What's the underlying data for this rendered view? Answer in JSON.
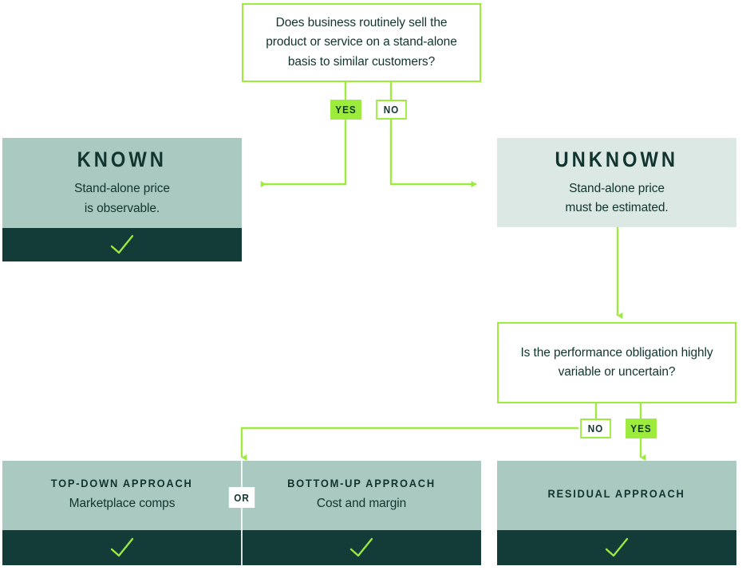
{
  "colors": {
    "green": "#9CEB3D",
    "dark_teal": "#133C38",
    "text_dark": "#12342F",
    "card_known": "#A9C9C1",
    "card_unknown": "#DCE8E4",
    "card_approach": "#A9C9C1",
    "white": "#FFFFFF"
  },
  "decisions": [
    {
      "id": "decision-standalone-sale",
      "text": "Does business routinely sell the product or service on a stand-alone basis to similar customers?"
    },
    {
      "id": "decision-variable-uncertain",
      "text": "Is the performance obligation highly variable or uncertain?"
    }
  ],
  "badges": {
    "q1_yes": "YES",
    "q1_no": "NO",
    "q2_no": "NO",
    "q2_yes": "YES"
  },
  "outcomes": [
    {
      "id": "outcome-known",
      "title": "KNOWN",
      "subtitle": "Stand-alone price is observable.",
      "subtitle_line1": "Stand-alone price",
      "subtitle_line2": "is observable.",
      "has_check": true
    },
    {
      "id": "outcome-unknown",
      "title": "UNKNOWN",
      "subtitle": "Stand-alone price must be estimated.",
      "subtitle_line1": "Stand-alone price",
      "subtitle_line2": "must be estimated.",
      "has_check": false
    }
  ],
  "approaches": [
    {
      "id": "approach-top-down",
      "title": "TOP-DOWN APPROACH",
      "subtitle": "Marketplace comps",
      "has_check": true
    },
    {
      "id": "approach-bottom-up",
      "title": "BOTTOM-UP APPROACH",
      "subtitle": "Cost and margin",
      "has_check": true
    },
    {
      "id": "approach-residual",
      "title": "RESIDUAL APPROACH",
      "subtitle": "",
      "has_check": true
    }
  ],
  "connector_label": {
    "or": "OR"
  },
  "chart_data": {
    "type": "flowchart",
    "title": "Stand-alone selling price determination decision tree",
    "nodes": [
      {
        "id": "q1",
        "kind": "decision",
        "label": "Does business routinely sell the product or service on a stand-alone basis to similar customers?"
      },
      {
        "id": "known",
        "kind": "outcome",
        "label": "KNOWN",
        "detail": "Stand-alone price is observable."
      },
      {
        "id": "unknown",
        "kind": "outcome",
        "label": "UNKNOWN",
        "detail": "Stand-alone price must be estimated."
      },
      {
        "id": "q2",
        "kind": "decision",
        "label": "Is the performance obligation highly variable or uncertain?"
      },
      {
        "id": "topdown",
        "kind": "result",
        "label": "TOP-DOWN APPROACH",
        "detail": "Marketplace comps"
      },
      {
        "id": "bottomup",
        "kind": "result",
        "label": "BOTTOM-UP APPROACH",
        "detail": "Cost and margin"
      },
      {
        "id": "residual",
        "kind": "result",
        "label": "RESIDUAL APPROACH",
        "detail": ""
      }
    ],
    "edges": [
      {
        "from": "q1",
        "to": "known",
        "label": "YES"
      },
      {
        "from": "q1",
        "to": "unknown",
        "label": "NO"
      },
      {
        "from": "unknown",
        "to": "q2",
        "label": ""
      },
      {
        "from": "q2",
        "to": "topdown",
        "label": "NO"
      },
      {
        "from": "q2",
        "to": "bottomup",
        "label": "NO"
      },
      {
        "from": "q2",
        "to": "residual",
        "label": "YES"
      }
    ]
  }
}
